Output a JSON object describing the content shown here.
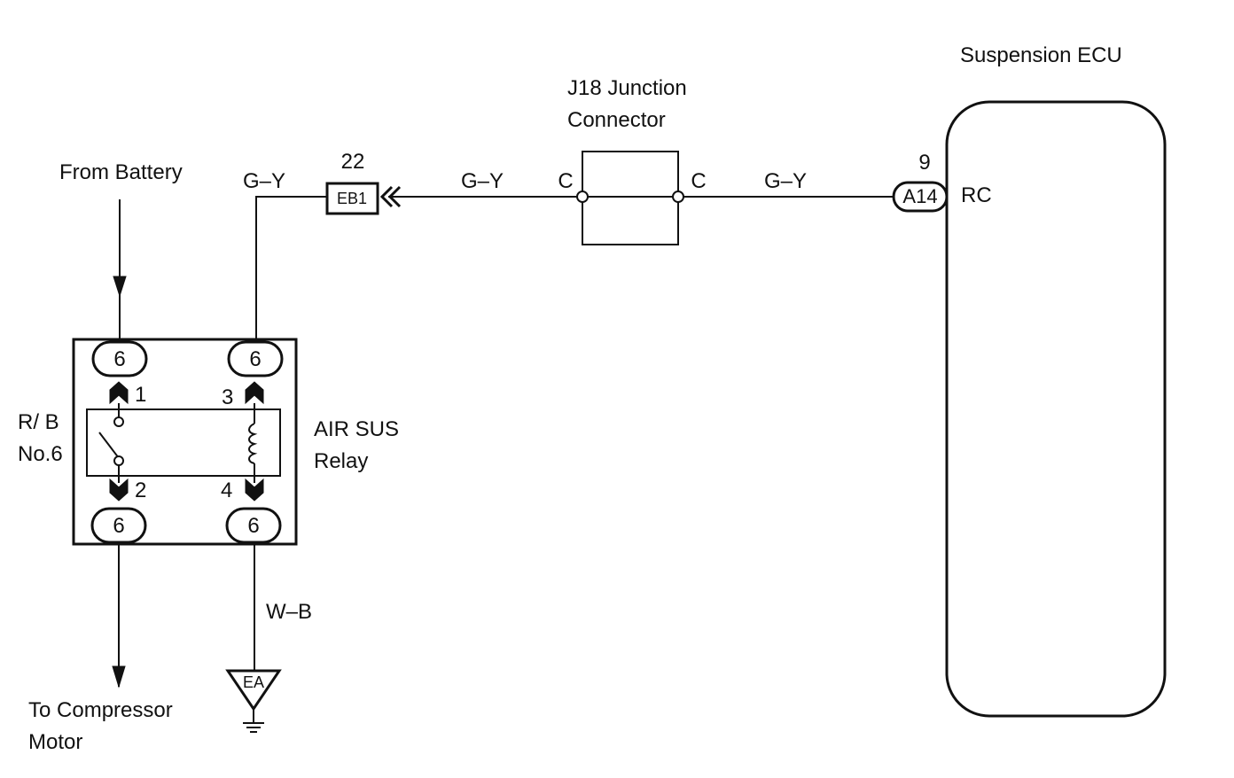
{
  "diagram": {
    "ecu": {
      "title": "Suspension ECU",
      "pin_number": "9",
      "connector": "A14",
      "terminal": "RC"
    },
    "junction": {
      "title_line1": "J18 Junction",
      "title_line2": "Connector",
      "left_terminal": "C",
      "right_terminal": "C"
    },
    "wires": {
      "wire1": "G–Y",
      "wire2": "G–Y",
      "wire3": "G–Y",
      "ground_wire": "W–B"
    },
    "connector_eb1": {
      "pin_number": "22",
      "name": "EB1"
    },
    "relay_block": {
      "rb_line1": "R/ B",
      "rb_line2": "No.6",
      "relay_line1": "AIR SUS",
      "relay_line2": "Relay",
      "conn_top_left": "6",
      "conn_top_right": "6",
      "conn_bottom_left": "6",
      "conn_bottom_right": "6",
      "pin1": "1",
      "pin2": "2",
      "pin3": "3",
      "pin4": "4"
    },
    "from_battery": "From Battery",
    "to_compressor_line1": "To Compressor",
    "to_compressor_line2": "Motor",
    "ground": {
      "name": "EA"
    }
  }
}
